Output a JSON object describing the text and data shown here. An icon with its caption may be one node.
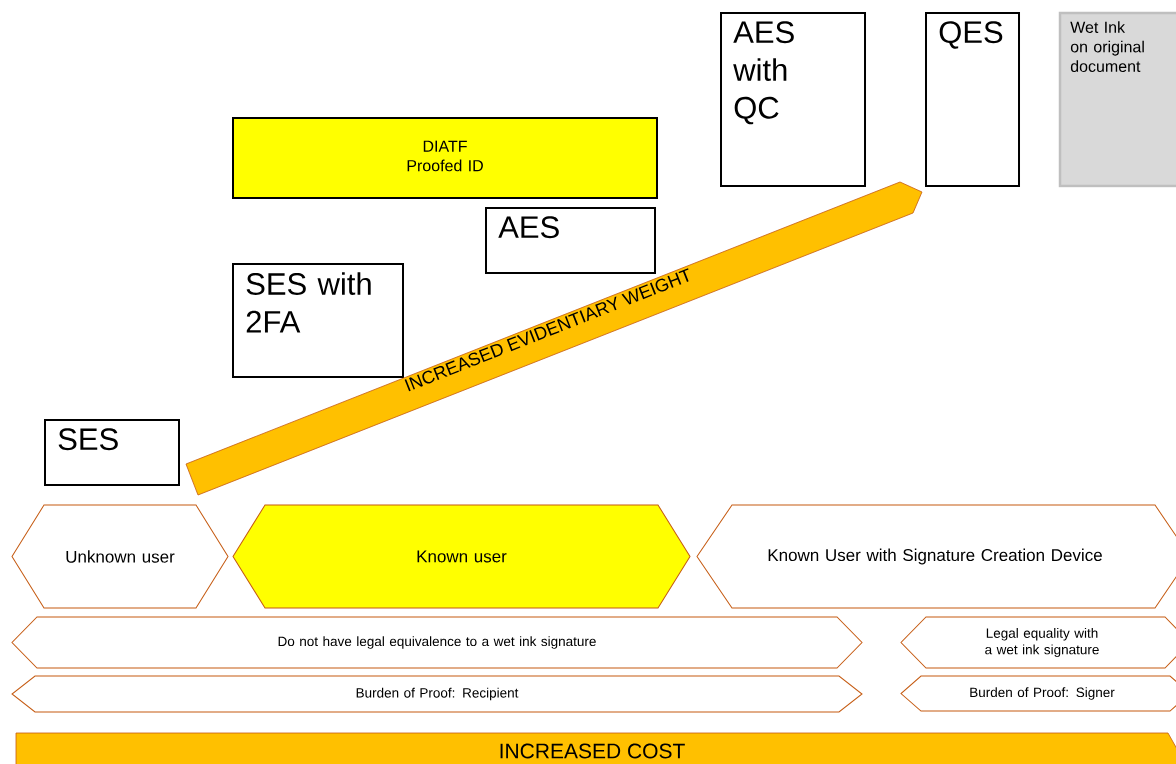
{
  "diagram": {
    "nodes": [
      {
        "text": [
          "AES with QC"
        ]
      },
      {
        "text": [
          "QES"
        ]
      },
      {
        "text": [
          "Wet Ink on original document"
        ]
      },
      {
        "text": [
          "DIATF Proofed ID"
        ]
      },
      {
        "text": [
          "AES"
        ]
      },
      {
        "text": [
          "SES with 2FA"
        ]
      },
      {
        "text": [
          "INCREASED EVIDENTIARY WEIGHT"
        ]
      },
      {
        "text": [
          "SES"
        ]
      },
      {
        "text": [
          "Unknown user"
        ]
      },
      {
        "text": [
          "Known user"
        ]
      },
      {
        "text": [
          "Known User with Signature Creation Device"
        ]
      },
      {
        "text": [
          "Do not have legal equivalence to a wet ink signature"
        ]
      },
      {
        "text": [
          "Legal equality with a wet ink signature"
        ]
      },
      {
        "text": [
          "Burden of Proof: Recipient"
        ]
      },
      {
        "text": [
          "Burden of Proof: Signer"
        ]
      },
      {
        "text": [
          "INCREASED COST"
        ]
      }
    ]
  }
}
